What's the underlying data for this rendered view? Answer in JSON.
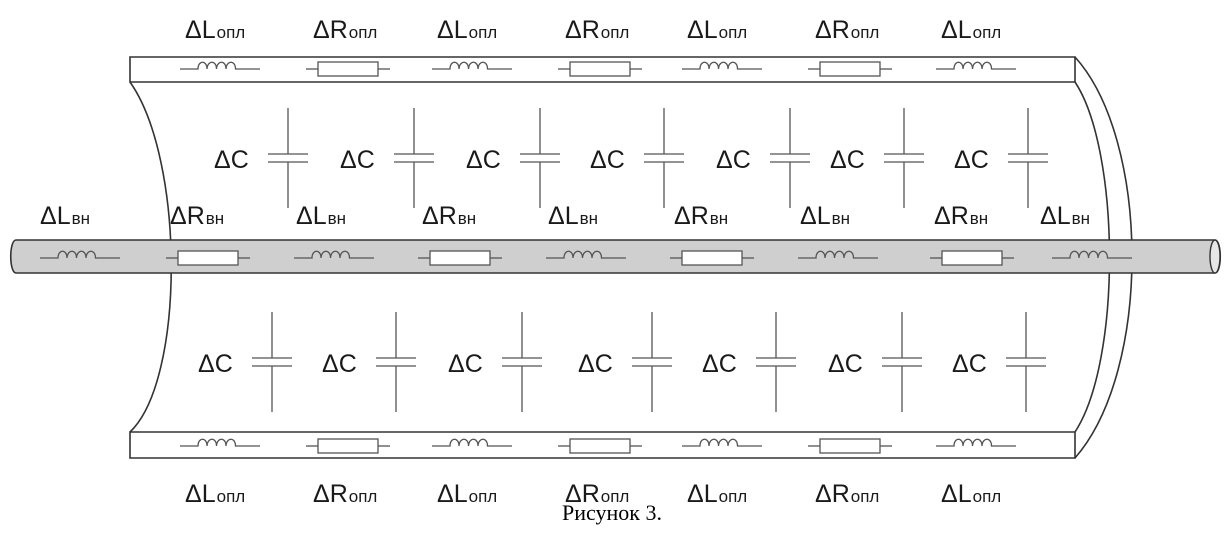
{
  "diagram": {
    "caption": "Рисунок 3.",
    "symbols": {
      "delta": "Δ",
      "L_outer": "L",
      "R_outer": "R",
      "outer_sub": "опл",
      "L_inner": "L",
      "R_inner": "R",
      "inner_sub": "вн",
      "C": "C"
    },
    "top_labels": [
      {
        "sym": "L"
      },
      {
        "sym": "R"
      },
      {
        "sym": "L"
      },
      {
        "sym": "R"
      },
      {
        "sym": "L"
      },
      {
        "sym": "R"
      },
      {
        "sym": "L"
      }
    ],
    "bottom_labels": [
      {
        "sym": "L"
      },
      {
        "sym": "R"
      },
      {
        "sym": "L"
      },
      {
        "sym": "R"
      },
      {
        "sym": "L"
      },
      {
        "sym": "R"
      },
      {
        "sym": "L"
      }
    ],
    "inner_labels": [
      {
        "sym": "L"
      },
      {
        "sym": "R"
      },
      {
        "sym": "L"
      },
      {
        "sym": "R"
      },
      {
        "sym": "L"
      },
      {
        "sym": "R"
      },
      {
        "sym": "L"
      },
      {
        "sym": "R"
      },
      {
        "sym": "L"
      }
    ],
    "upper_capacitors": [
      "C",
      "C",
      "C",
      "C",
      "C",
      "C",
      "C"
    ],
    "lower_capacitors": [
      "C",
      "C",
      "C",
      "C",
      "C",
      "C",
      "C"
    ],
    "colors": {
      "line": "#333333",
      "inner_conductor_fill": "#cfcfcf",
      "component_wire": "#555555"
    }
  }
}
